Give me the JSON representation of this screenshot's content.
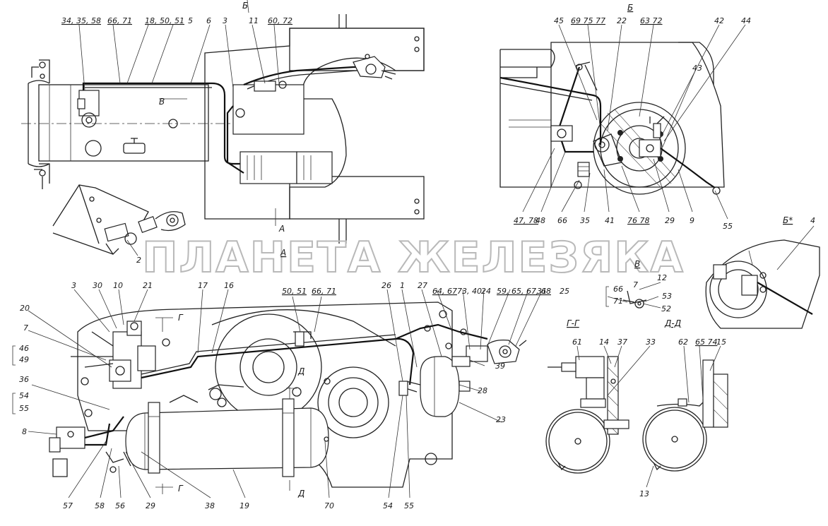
{
  "labels": [
    {
      "id": "l-34-35-58",
      "text": "34, 35, 58"
    },
    {
      "id": "l-66-71-top",
      "text": "66, 71"
    },
    {
      "id": "l-18-50-51",
      "text": "18, 50, 51"
    },
    {
      "id": "l-5",
      "text": "5"
    },
    {
      "id": "l-6",
      "text": "6"
    },
    {
      "id": "l-3-top",
      "text": "3"
    },
    {
      "id": "l-11",
      "text": "11"
    },
    {
      "id": "l-60-72",
      "text": "60, 72"
    },
    {
      "id": "l-B-arrow",
      "text": "Б"
    },
    {
      "id": "l-V-arrow",
      "text": "В"
    },
    {
      "id": "l-A-arrow",
      "text": "А"
    },
    {
      "id": "l-2",
      "text": "2"
    },
    {
      "id": "l-B-view",
      "text": "Б"
    },
    {
      "id": "l-45",
      "text": "45"
    },
    {
      "id": "l-69-75-77",
      "text": "69 75 77"
    },
    {
      "id": "l-22",
      "text": "22"
    },
    {
      "id": "l-63-72",
      "text": "63 72"
    },
    {
      "id": "l-42",
      "text": "42"
    },
    {
      "id": "l-44",
      "text": "44"
    },
    {
      "id": "l-43",
      "text": "43"
    },
    {
      "id": "l-47-78",
      "text": "47, 78"
    },
    {
      "id": "l-48",
      "text": "48"
    },
    {
      "id": "l-66-b",
      "text": "66"
    },
    {
      "id": "l-35-b",
      "text": "35"
    },
    {
      "id": "l-41",
      "text": "41"
    },
    {
      "id": "l-76-78",
      "text": "76 78"
    },
    {
      "id": "l-29-b",
      "text": "29"
    },
    {
      "id": "l-9",
      "text": "9"
    },
    {
      "id": "l-55-b",
      "text": "55"
    },
    {
      "id": "l-B-star",
      "text": "Б*"
    },
    {
      "id": "l-4",
      "text": "4"
    },
    {
      "id": "l-A-view",
      "text": "А"
    },
    {
      "id": "l-V-view",
      "text": "В"
    },
    {
      "id": "l-12",
      "text": "12"
    },
    {
      "id": "l-7-v",
      "text": "7"
    },
    {
      "id": "l-66-v",
      "text": "66"
    },
    {
      "id": "l-71-v",
      "text": "71"
    },
    {
      "id": "l-53",
      "text": "53"
    },
    {
      "id": "l-52",
      "text": "52"
    },
    {
      "id": "l-3-bot",
      "text": "3"
    },
    {
      "id": "l-30",
      "text": "30"
    },
    {
      "id": "l-10",
      "text": "10"
    },
    {
      "id": "l-21",
      "text": "21"
    },
    {
      "id": "l-17",
      "text": "17"
    },
    {
      "id": "l-16",
      "text": "16"
    },
    {
      "id": "l-G-top",
      "text": "Г"
    },
    {
      "id": "l-50-51",
      "text": "50, 51"
    },
    {
      "id": "l-66-71-bot",
      "text": "66, 71"
    },
    {
      "id": "l-26",
      "text": "26"
    },
    {
      "id": "l-1",
      "text": "1"
    },
    {
      "id": "l-27",
      "text": "27"
    },
    {
      "id": "l-64-67",
      "text": "64, 67"
    },
    {
      "id": "l-73-40",
      "text": "73, 40"
    },
    {
      "id": "l-24",
      "text": "24"
    },
    {
      "id": "l-59-65-67-68",
      "text": "59, 65, 67, 68"
    },
    {
      "id": "l-31",
      "text": "31"
    },
    {
      "id": "l-25",
      "text": "25"
    },
    {
      "id": "l-20",
      "text": "20"
    },
    {
      "id": "l-7-bot",
      "text": "7"
    },
    {
      "id": "l-46",
      "text": "46"
    },
    {
      "id": "l-49",
      "text": "49"
    },
    {
      "id": "l-36",
      "text": "36"
    },
    {
      "id": "l-54-left",
      "text": "54"
    },
    {
      "id": "l-55-left",
      "text": "55"
    },
    {
      "id": "l-8",
      "text": "8"
    },
    {
      "id": "l-D-top",
      "text": "Д"
    },
    {
      "id": "l-28",
      "text": "28"
    },
    {
      "id": "l-39",
      "text": "39"
    },
    {
      "id": "l-23",
      "text": "23"
    },
    {
      "id": "l-57",
      "text": "57"
    },
    {
      "id": "l-58",
      "text": "58"
    },
    {
      "id": "l-56",
      "text": "56"
    },
    {
      "id": "l-29-bot",
      "text": "29"
    },
    {
      "id": "l-G-bot",
      "text": "Г"
    },
    {
      "id": "l-38",
      "text": "38"
    },
    {
      "id": "l-19",
      "text": "19"
    },
    {
      "id": "l-D-bot",
      "text": "Д"
    },
    {
      "id": "l-70",
      "text": "70"
    },
    {
      "id": "l-54-bot",
      "text": "54"
    },
    {
      "id": "l-55-bot",
      "text": "55"
    },
    {
      "id": "l-GG",
      "text": "Г-Г"
    },
    {
      "id": "l-61",
      "text": "61"
    },
    {
      "id": "l-14",
      "text": "14"
    },
    {
      "id": "l-37",
      "text": "37"
    },
    {
      "id": "l-33",
      "text": "33"
    },
    {
      "id": "l-DD",
      "text": "Д-Д"
    },
    {
      "id": "l-62",
      "text": "62"
    },
    {
      "id": "l-65-74",
      "text": "65 74"
    },
    {
      "id": "l-15",
      "text": "15"
    },
    {
      "id": "l-13",
      "text": "13"
    }
  ],
  "watermark": {
    "text": "ПЛАНЕТА ЖЕЛЕЗЯКА"
  },
  "colors": {
    "ink": "#1a1a1a",
    "watermark": "#b9b9b9",
    "paper": "#ffffff"
  }
}
